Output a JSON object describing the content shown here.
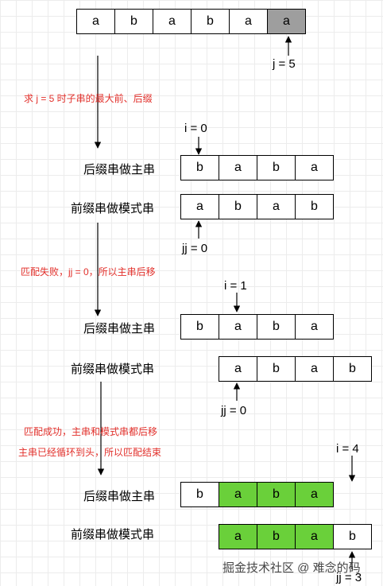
{
  "top_array": [
    "a",
    "b",
    "a",
    "b",
    "a",
    "a"
  ],
  "j_label": "j = 5",
  "note1": "求 j = 5 时子串的最大前、后缀",
  "step1": {
    "i_label": "i = 0",
    "main_label": "后缀串做主串",
    "main": [
      "b",
      "a",
      "b",
      "a"
    ],
    "pattern_label": "前缀串做模式串",
    "pattern": [
      "a",
      "b",
      "a",
      "b"
    ],
    "jj_label": "jj = 0"
  },
  "note2": "匹配失败，jj = 0，所以主串后移",
  "step2": {
    "i_label": "i = 1",
    "main_label": "后缀串做主串",
    "main": [
      "b",
      "a",
      "b",
      "a"
    ],
    "pattern_label": "前缀串做模式串",
    "pattern": [
      "a",
      "b",
      "a",
      "b"
    ],
    "jj_label": "jj = 0"
  },
  "note3a": "匹配成功，主串和模式串都后移",
  "note3b": "主串已经循环到头，所以匹配结束",
  "step3": {
    "i_label": "i = 4",
    "main_label": "后缀串做主串",
    "main": [
      "b",
      "a",
      "b",
      "a"
    ],
    "pattern_label": "前缀串做模式串",
    "pattern": [
      "a",
      "b",
      "a",
      "b"
    ],
    "jj_label": "jj = 3"
  },
  "colors": {
    "highlight": "#6ad03a",
    "current": "#9e9e9e",
    "note": "#e2302b"
  },
  "watermark": "掘金技术社区 @ 难念的码"
}
